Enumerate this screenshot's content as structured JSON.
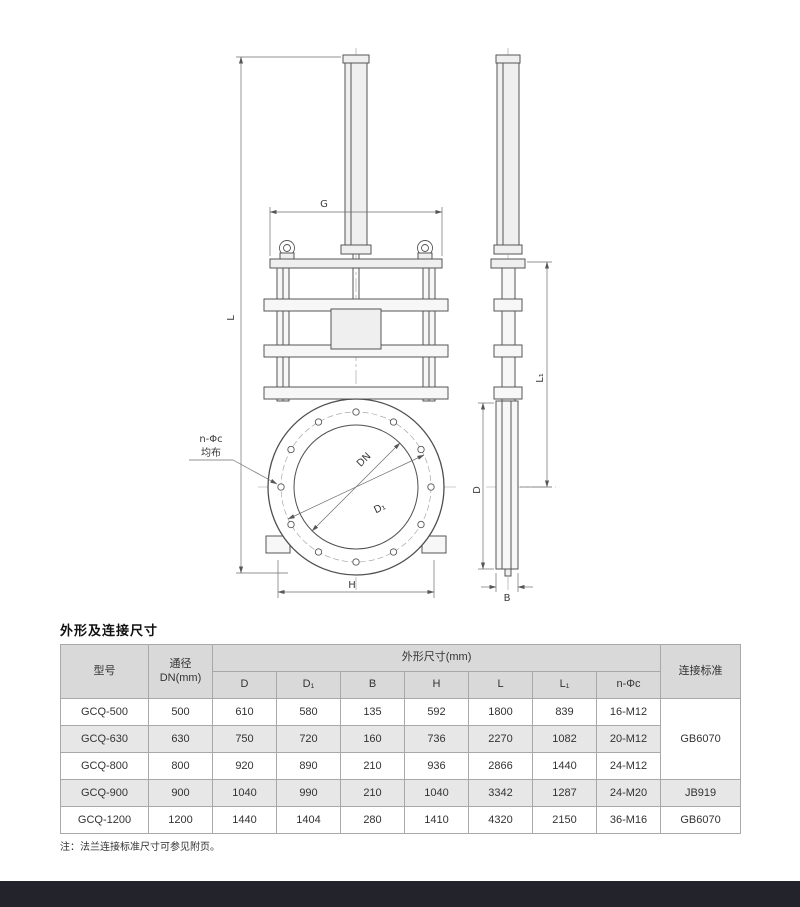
{
  "section": {
    "title": "外形及连接尺寸"
  },
  "drawing": {
    "labels": {
      "G": "G",
      "L": "L",
      "L1": "L₁",
      "DN": "DN",
      "D1": "D₁",
      "H": "H",
      "B": "B",
      "D": "D",
      "bolt_note_line1": "n-Φc",
      "bolt_note_line2": "均布"
    }
  },
  "table": {
    "headers": {
      "model": "型号",
      "dn_line1": "通径",
      "dn_line2": "DN(mm)",
      "dims_group": "外形尺寸(mm)",
      "dims": [
        "D",
        "D₁",
        "B",
        "H",
        "L",
        "L₁",
        "n-Φc"
      ],
      "standard": "连接标准"
    },
    "rows": [
      {
        "model": "GCQ-500",
        "dn": "500",
        "d": "610",
        "d1": "580",
        "b": "135",
        "h": "592",
        "l": "1800",
        "l1": "839",
        "nc": "16-M12"
      },
      {
        "model": "GCQ-630",
        "dn": "630",
        "d": "750",
        "d1": "720",
        "b": "160",
        "h": "736",
        "l": "2270",
        "l1": "1082",
        "nc": "20-M12"
      },
      {
        "model": "GCQ-800",
        "dn": "800",
        "d": "920",
        "d1": "890",
        "b": "210",
        "h": "936",
        "l": "2866",
        "l1": "1440",
        "nc": "24-M12"
      },
      {
        "model": "GCQ-900",
        "dn": "900",
        "d": "1040",
        "d1": "990",
        "b": "210",
        "h": "1040",
        "l": "3342",
        "l1": "1287",
        "nc": "24-M20"
      },
      {
        "model": "GCQ-1200",
        "dn": "1200",
        "d": "1440",
        "d1": "1404",
        "b": "280",
        "h": "1410",
        "l": "4320",
        "l1": "2150",
        "nc": "36-M16"
      }
    ],
    "standards": [
      "GB6070",
      "JB919",
      "GB6070"
    ]
  },
  "note": "注：法兰连接标准尺寸可参见附页。",
  "colors": {
    "footer_bar": "#23232b",
    "table_header_bg": "#d9d9d9",
    "table_stripe_bg": "#e7e7e7",
    "line": "#565656"
  }
}
